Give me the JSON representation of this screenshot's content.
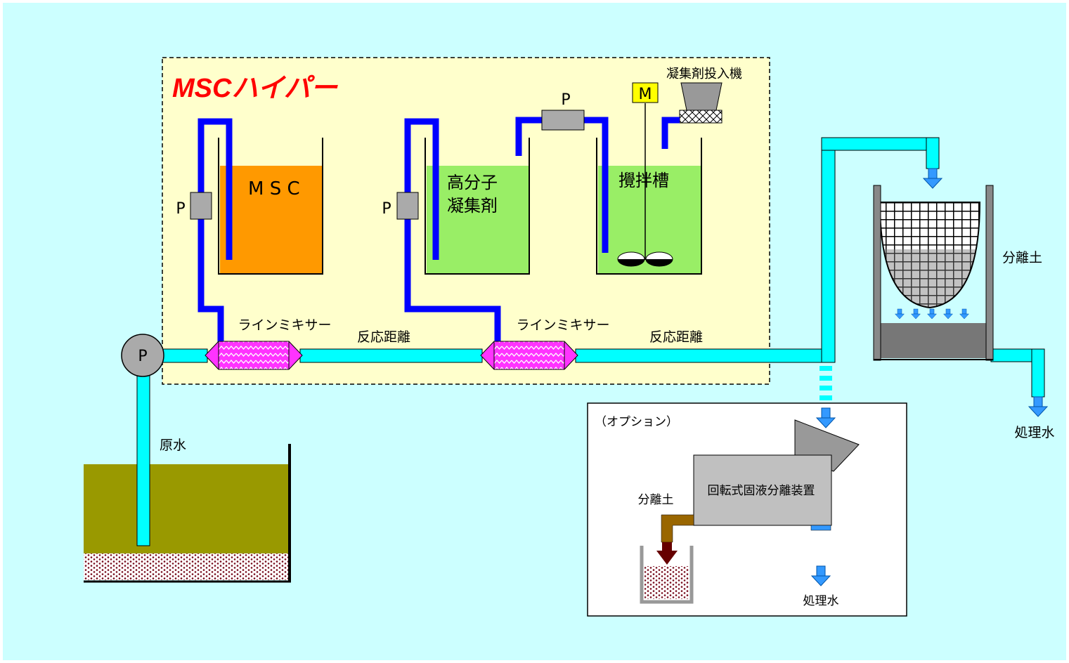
{
  "brand": {
    "title": "MSCハイパー",
    "color": "#ff0000"
  },
  "colors": {
    "background": "#ccffff",
    "pipe_water": "#00ffff",
    "pipe_chemical": "#0000ff",
    "msc_liquid": "#ff9900",
    "polymer_liquid": "#99ee66",
    "mixer": "#ff33ff",
    "raw_water": "#999900",
    "system_box": "#ffffcc",
    "motor": "#ffff00"
  },
  "labels": {
    "msc_tank": "M S C",
    "polymer_tank": "高分子\n凝集剤",
    "stirring_tank": "攪拌槽",
    "flocculant_feeder": "凝集剤投入機",
    "motor": "M",
    "pump": "P",
    "line_mixer": "ラインミキサー",
    "reaction_distance": "反応距離",
    "raw_water": "原水",
    "separated_soil": "分離土",
    "treated_water": "処理水",
    "option": "（オプション）",
    "rotary_separator": "回転式固液分離装置"
  }
}
